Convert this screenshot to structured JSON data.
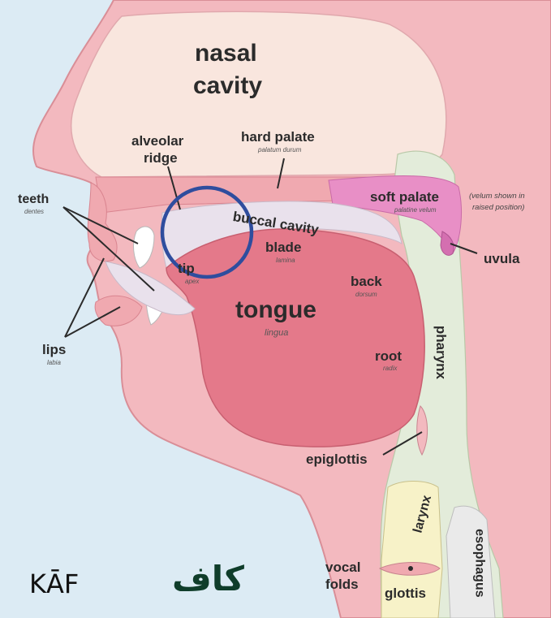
{
  "labels": {
    "nasal_cavity_1": "nasal",
    "nasal_cavity_2": "cavity",
    "alveolar_1": "alveolar",
    "alveolar_2": "ridge",
    "hard_palate": "hard palate",
    "hard_palate_latin": "palatum durum",
    "soft_palate": "soft palate",
    "soft_palate_latin": "palatine velum",
    "velum_note_1": "(velum shown in",
    "velum_note_2": "raised position)",
    "uvula": "uvula",
    "teeth": "teeth",
    "teeth_latin": "dentes",
    "buccal_cavity": "buccal cavity",
    "blade": "blade",
    "blade_latin": "lamina",
    "tip": "tip",
    "tip_latin": "apex",
    "back": "back",
    "back_latin": "dorsum",
    "tongue": "tongue",
    "tongue_latin": "lingua",
    "root": "root",
    "root_latin": "radix",
    "lips": "lips",
    "lips_latin": "labia",
    "pharynx": "pharynx",
    "epiglottis": "epiglottis",
    "larynx": "larynx",
    "esophagus": "esophagus",
    "vocal_folds_1": "vocal",
    "vocal_folds_2": "folds",
    "glottis": "glottis"
  },
  "watermark": {
    "latin": "KĀF",
    "arabic": "كاف"
  },
  "colors": {
    "background": "#dcebf4",
    "flesh": "#f3b9bf",
    "nasal": "#f9e6de",
    "tongue": "#e4798a",
    "soft_palate": "#e88fc6",
    "airway": "#e3ecda",
    "highlight_circle": "#2f4d9e"
  }
}
